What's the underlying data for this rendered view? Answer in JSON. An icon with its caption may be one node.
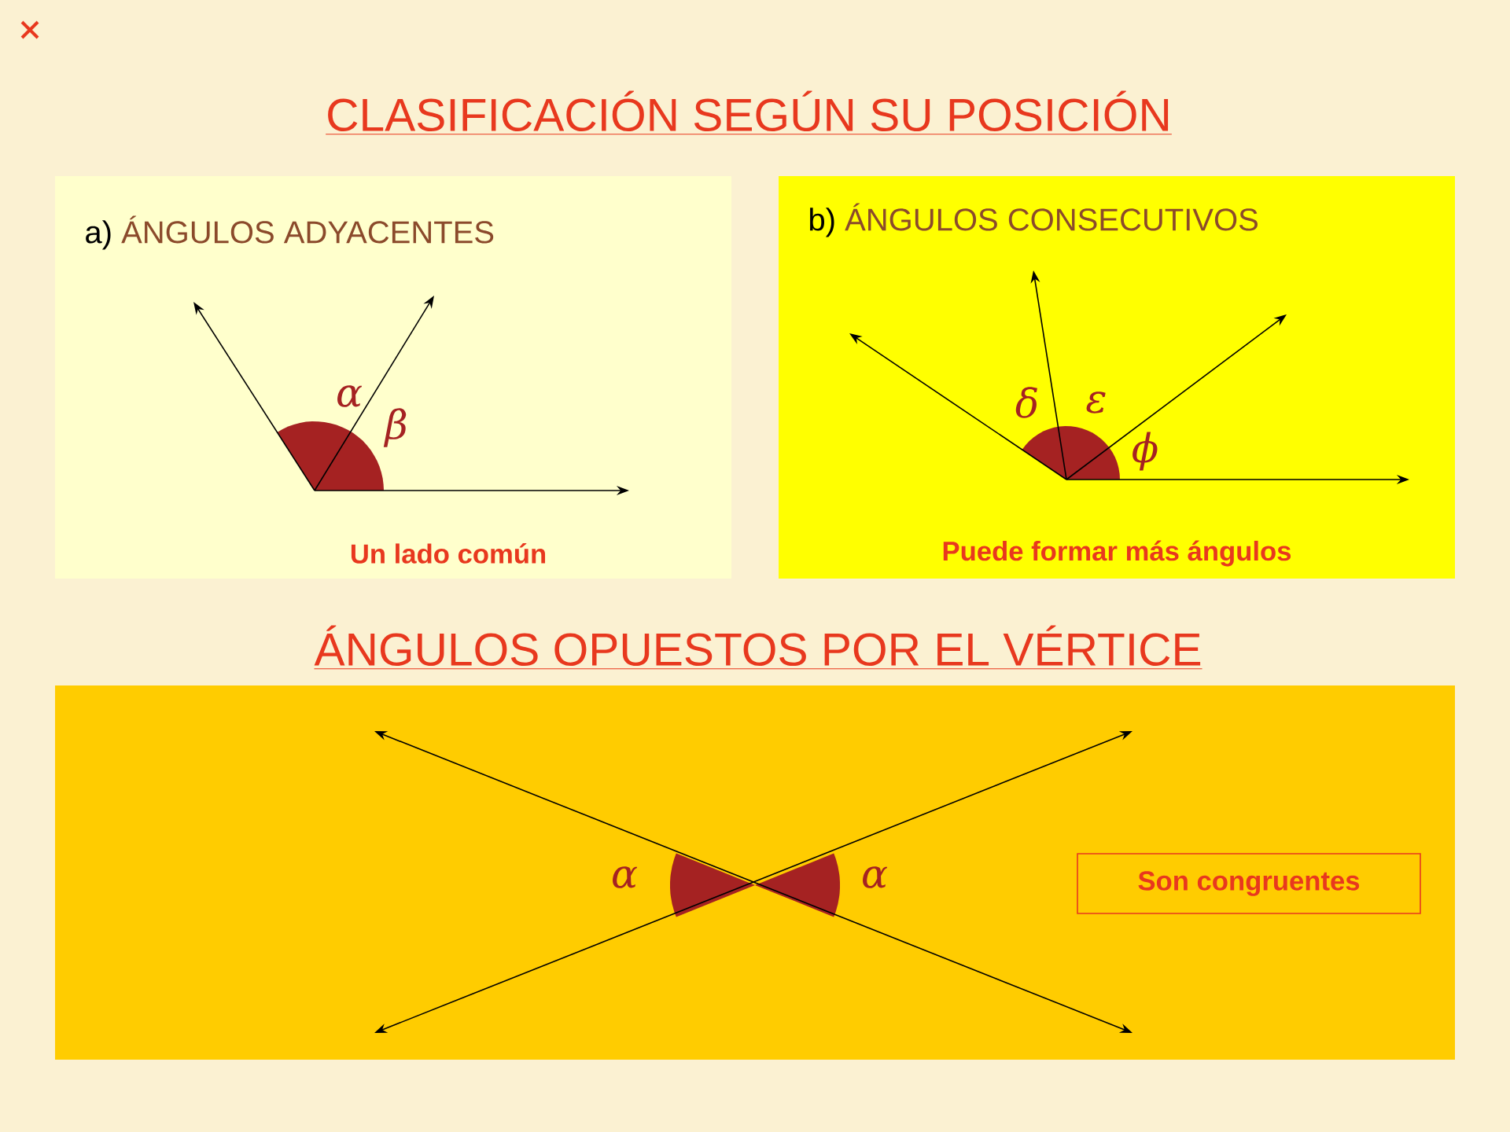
{
  "diagram": {
    "title": "CLASIFICACIÓN SEGÚN SU POSICIÓN",
    "nodes": [
      {
        "text": [
          "a)",
          "ÁNGULOS ADYACENTES",
          "Un lado común"
        ]
      },
      {
        "text": [
          "b)",
          "ÁNGULOS CONSECUTIVOS",
          "Puede formar más ángulos"
        ]
      },
      {
        "text": [
          "ÁNGULOS OPUESTOS POR EL VÉRTICE"
        ]
      },
      {
        "text": [
          "Son congruentes"
        ],
        "in": 2
      }
    ],
    "labels": [
      "α",
      "β",
      "δ",
      "ε",
      "ϕ",
      "α",
      "α"
    ]
  }
}
